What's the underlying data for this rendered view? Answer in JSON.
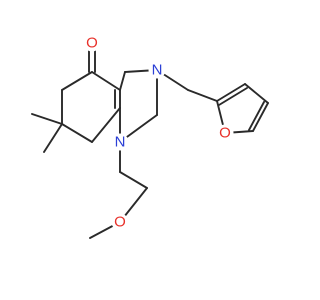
{
  "colors": {
    "background": "#ffffff",
    "bond": "#2a2a2a",
    "oxygen": "#e8312a",
    "nitrogen": "#2b3fd6"
  },
  "atoms": {
    "o_ketone": "O",
    "n_ring_top": "N",
    "n_ring_bottom": "N",
    "o_furan": "O",
    "o_methoxy": "O"
  }
}
